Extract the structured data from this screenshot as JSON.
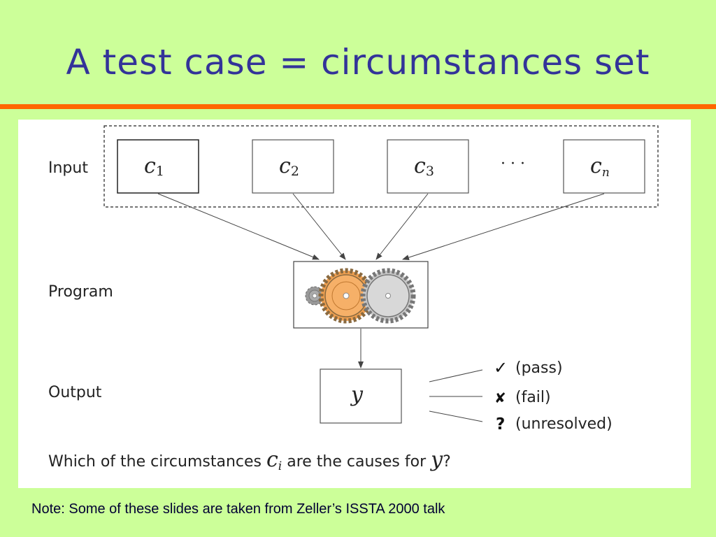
{
  "slide": {
    "title": "A test case = circumstances set",
    "note": "Note: Some of these slides are taken from Zeller’s ISSTA 2000 talk"
  },
  "diagram": {
    "row_labels": {
      "input": "Input",
      "program": "Program",
      "output": "Output"
    },
    "inputs": [
      {
        "var": "c",
        "sub": "1"
      },
      {
        "var": "c",
        "sub": "2"
      },
      {
        "var": "c",
        "sub": "3"
      },
      {
        "var": "c",
        "sub": "n"
      }
    ],
    "ellipsis": "· · ·",
    "output_var": "y",
    "outcomes": [
      {
        "symbol": "✓",
        "label": "(pass)"
      },
      {
        "symbol": "✘",
        "label": "(fail)"
      },
      {
        "symbol": "?",
        "label": "(unresolved)"
      }
    ],
    "question": {
      "prefix": "Which of the circumstances ",
      "var": "c",
      "sub": "i",
      "middle": " are the causes for ",
      "target": "y",
      "suffix": "?"
    }
  },
  "colors": {
    "background": "#ccff99",
    "title": "#333399",
    "rule": "#ff6600",
    "gear_orange": "#f0a050",
    "gear_gray": "#c8c8c8"
  },
  "icons": [
    "gear-icon",
    "check-icon",
    "cross-icon",
    "question-icon"
  ]
}
